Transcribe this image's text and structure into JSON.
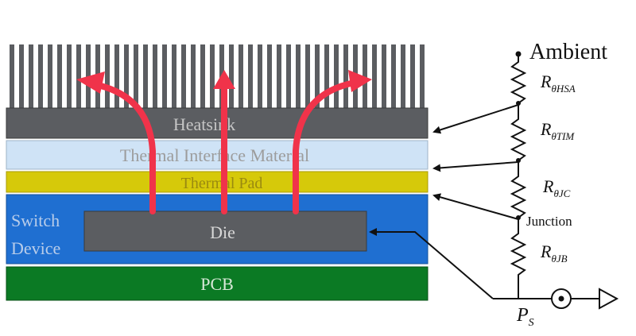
{
  "layers": {
    "heatsink": "Heatsink",
    "tim": "Thermal Interface Material",
    "thermal_pad": "Thermal Pad",
    "switch_device_line1": "Switch",
    "switch_device_line2": "Device",
    "die": "Die",
    "pcb": "PCB"
  },
  "circuit": {
    "ambient": "Ambient",
    "junction": "Junction",
    "r_hsa_main": "R",
    "r_hsa_sub": "θHSA",
    "r_tim_main": "R",
    "r_tim_sub": "θTIM",
    "r_jc_main": "R",
    "r_jc_sub": "θJC",
    "r_jb_main": "R",
    "r_jb_sub": "θJB",
    "source_main": "P",
    "source_sub": "S"
  },
  "colors": {
    "heatsink": "#5b5d61",
    "fins": "#5b5d61",
    "tim": "#cfe3f6",
    "thermal_pad": "#d6c90a",
    "switch_device": "#1f6fd1",
    "die": "#5b5d61",
    "pcb": "#0b7a24",
    "heat_arrow": "#f0334a",
    "wire": "#111111"
  }
}
